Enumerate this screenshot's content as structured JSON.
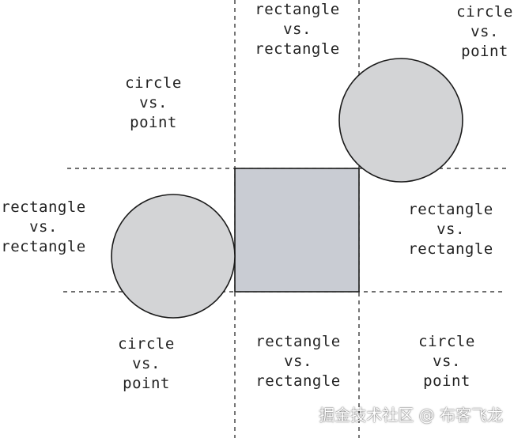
{
  "colors": {
    "background": "#ffffff",
    "rect_fill": "#c9ccd3",
    "circle_fill": "#d3d4d6",
    "stroke": "#1a1a1a"
  },
  "regions": {
    "top_left": {
      "line1": "circle",
      "line2": "vs.",
      "line3": "point"
    },
    "top_center": {
      "line1": "rectangle",
      "line2": "vs.",
      "line3": "rectangle"
    },
    "top_right": {
      "line1": "circle",
      "line2": "vs.",
      "line3": "point"
    },
    "middle_left": {
      "line1": "rectangle",
      "line2": "vs.",
      "line3": "rectangle"
    },
    "middle_right": {
      "line1": "rectangle",
      "line2": "vs.",
      "line3": "rectangle"
    },
    "bottom_left": {
      "line1": "circle",
      "line2": "vs.",
      "line3": "point"
    },
    "bottom_center": {
      "line1": "rectangle",
      "line2": "vs.",
      "line3": "rectangle"
    },
    "bottom_right": {
      "line1": "circle",
      "line2": "vs.",
      "line3": "point"
    }
  },
  "watermark": {
    "text": "掘金技术社区 @ 布客飞龙"
  }
}
